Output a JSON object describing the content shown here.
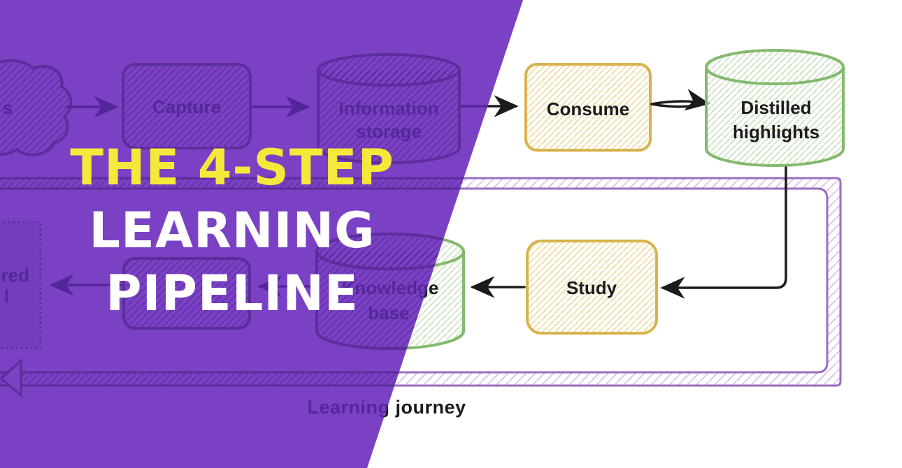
{
  "title": {
    "line1": "THE 4-STEP",
    "line2": "LEARNING",
    "line3": "PIPELINE"
  },
  "diagram": {
    "caption": "Learning journey",
    "nodes": {
      "source_cloud": {
        "type": "cloud",
        "visible_text": "s"
      },
      "capture": {
        "label": "Capture"
      },
      "information_storage": {
        "line1": "Information",
        "line2": "storage"
      },
      "consume": {
        "label": "Consume"
      },
      "distilled_highlights": {
        "line1": "Distilled",
        "line2": "highlights"
      },
      "study": {
        "label": "Study"
      },
      "knowledge_base": {
        "line1": "Knowledge",
        "line2": "base"
      },
      "left_box": {
        "fragment1": "red",
        "fragment2": "l"
      }
    },
    "flow": [
      "source_cloud",
      "capture",
      "information_storage",
      "consume",
      "distilled_highlights",
      "study",
      "knowledge_base",
      "left_box"
    ]
  },
  "colors": {
    "overlay_purple": "#7A41C5",
    "title_yellow": "#F6E83B",
    "title_white": "#FFFFFF",
    "node_gold": "#D8B34C",
    "node_green": "#83BA6E",
    "container_purple": "#9B6EC1",
    "arrow_black": "#1B1B1B",
    "muted_stroke": "#5C2D9C"
  }
}
